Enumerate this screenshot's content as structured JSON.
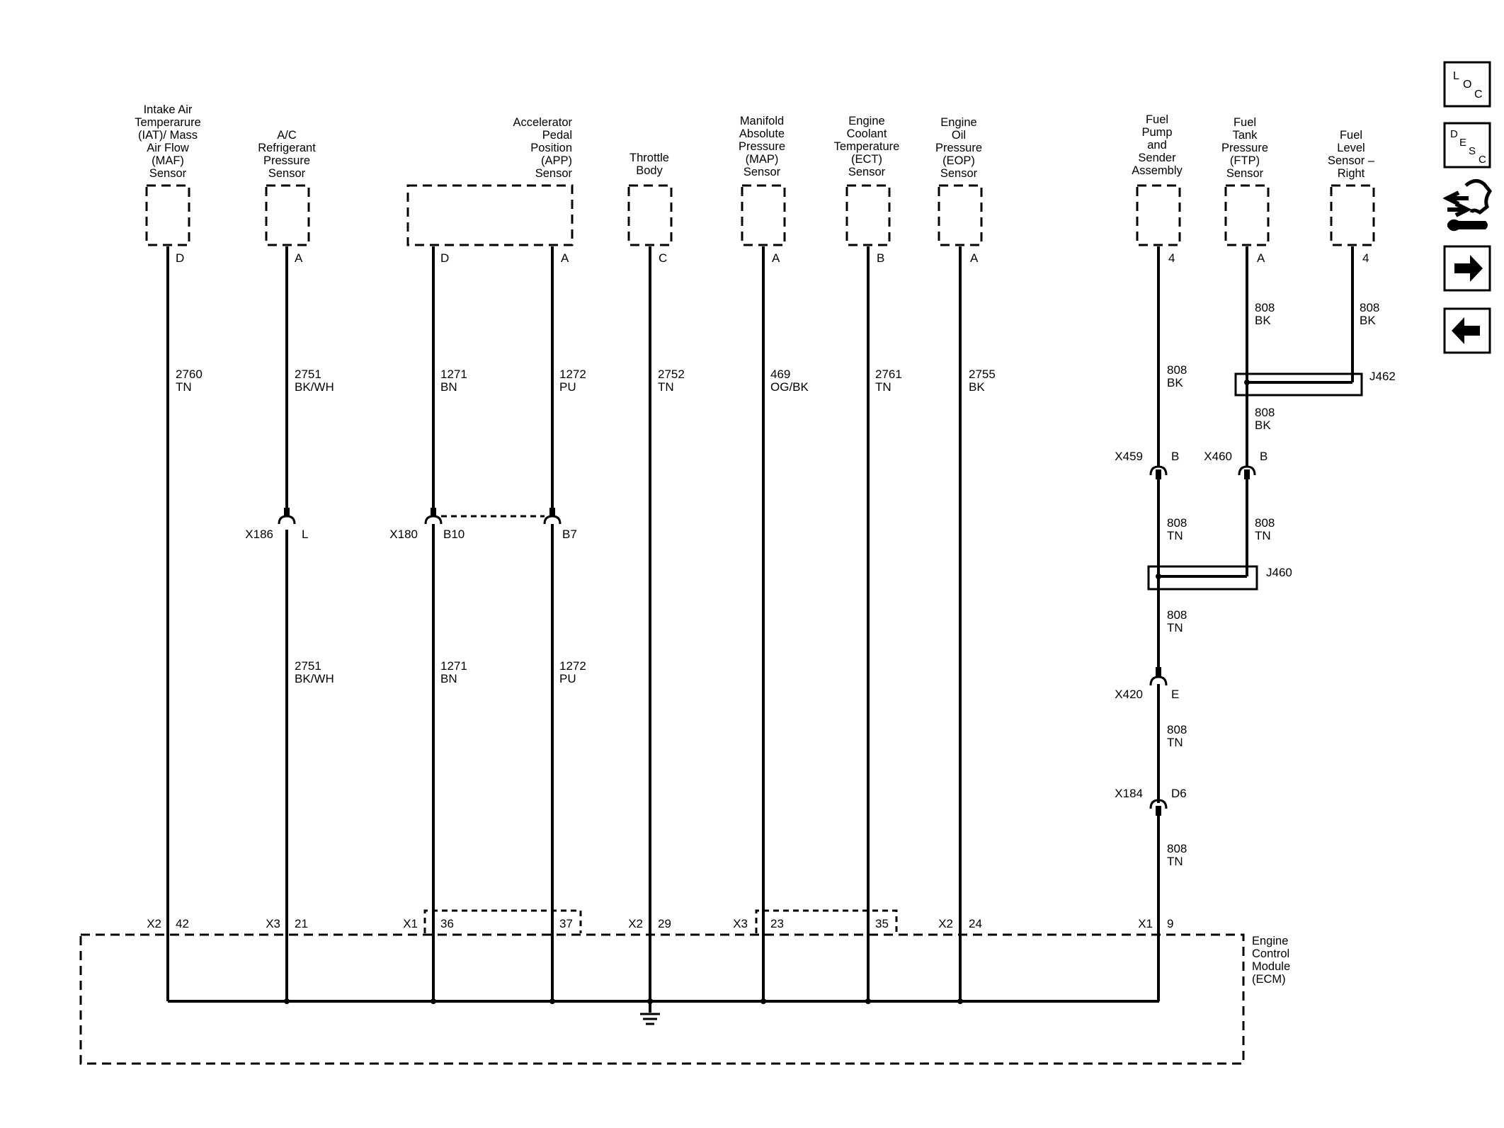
{
  "nav": {
    "loc": {
      "l1": "L",
      "l2": "O",
      "l3": "C"
    },
    "desc": {
      "l1": "D",
      "l2": "E",
      "l3": "S",
      "l4": "C"
    }
  },
  "components": {
    "iat_maf": [
      "Intake Air",
      "Temperarure",
      "(IAT)/ Mass",
      "Air Flow",
      "(MAF)",
      "Sensor"
    ],
    "ac": [
      "A/C",
      "Refrigerant",
      "Pressure",
      "Sensor"
    ],
    "app": [
      "Accelerator",
      "Pedal",
      "Position",
      "(APP)",
      "Sensor"
    ],
    "throttle": [
      "Throttle",
      "Body"
    ],
    "map": [
      "Manifold",
      "Absolute",
      "Pressure",
      "(MAP)",
      "Sensor"
    ],
    "ect": [
      "Engine",
      "Coolant",
      "Temperature",
      "(ECT)",
      "Sensor"
    ],
    "eop": [
      "Engine",
      "Oil",
      "Pressure",
      "(EOP)",
      "Sensor"
    ],
    "fuel_pump": [
      "Fuel",
      "Pump",
      "and",
      "Sender",
      "Assembly"
    ],
    "ftp": [
      "Fuel",
      "Tank",
      "Pressure",
      "(FTP)",
      "Sensor"
    ],
    "fuel_level": [
      "Fuel",
      "Level",
      "Sensor –",
      "Right"
    ],
    "ecm": [
      "Engine",
      "Control",
      "Module",
      "(ECM)"
    ]
  },
  "pins": {
    "iat": "D",
    "ac": "A",
    "app_d": "D",
    "app_a": "A",
    "throttle": "C",
    "map": "A",
    "ect": "B",
    "eop": "A",
    "fuel_pump": "4",
    "ftp": "A",
    "fuel_level": "4"
  },
  "wires": {
    "w2760": [
      "2760",
      "TN"
    ],
    "w2751_a": [
      "2751",
      "BK/WH"
    ],
    "w2751_b": [
      "2751",
      "BK/WH"
    ],
    "w1271_a": [
      "1271",
      "BN"
    ],
    "w1271_b": [
      "1271",
      "BN"
    ],
    "w1272_a": [
      "1272",
      "PU"
    ],
    "w1272_b": [
      "1272",
      "PU"
    ],
    "w2752": [
      "2752",
      "TN"
    ],
    "w469": [
      "469",
      "OG/BK"
    ],
    "w2761": [
      "2761",
      "TN"
    ],
    "w2755": [
      "2755",
      "BK"
    ],
    "w808_fp1": [
      "808",
      "BK"
    ],
    "w808_ftp1": [
      "808",
      "BK"
    ],
    "w808_fl": [
      "808",
      "BK"
    ],
    "w808_ftp2": [
      "808",
      "BK"
    ],
    "w808_fp2": [
      "808",
      "TN"
    ],
    "w808_ftp3": [
      "808",
      "TN"
    ],
    "w808_fp3": [
      "808",
      "TN"
    ],
    "w808_fp4": [
      "808",
      "TN"
    ],
    "w808_fp5": [
      "808",
      "TN"
    ]
  },
  "connectors": {
    "x186": "X186",
    "x186_pin": "L",
    "x180": "X180",
    "x180_pin_a": "B10",
    "x180_pin_b": "B7",
    "x459": "X459",
    "x459_pin": "B",
    "x460": "X460",
    "x460_pin": "B",
    "x420": "X420",
    "x420_pin": "E",
    "x184": "X184",
    "x184_pin": "D6"
  },
  "splices": {
    "j462": "J462",
    "j460": "J460"
  },
  "ecm_pins": [
    {
      "conn": "X2",
      "pin": "42"
    },
    {
      "conn": "X3",
      "pin": "21"
    },
    {
      "conn": "X1",
      "pin": "36"
    },
    {
      "conn": "",
      "pin": "37"
    },
    {
      "conn": "X2",
      "pin": "29"
    },
    {
      "conn": "X3",
      "pin": "23"
    },
    {
      "conn": "",
      "pin": "35"
    },
    {
      "conn": "X2",
      "pin": "24"
    },
    {
      "conn": "X1",
      "pin": "9"
    }
  ]
}
